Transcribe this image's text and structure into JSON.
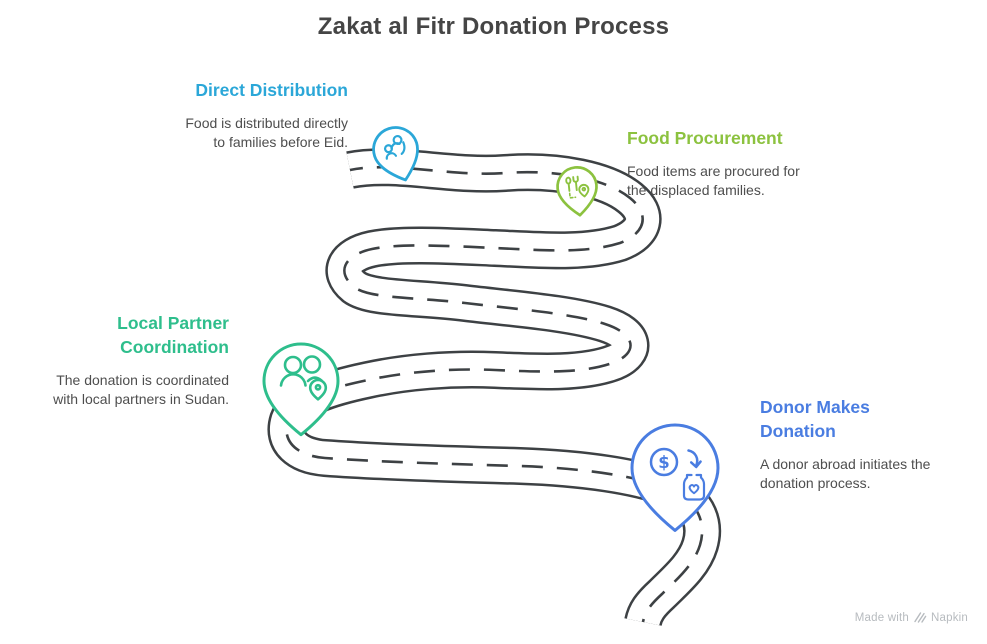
{
  "title": "Zakat al Fitr Donation Process",
  "road": {
    "color": "#3d4144",
    "surface": "#ffffff"
  },
  "steps": [
    {
      "name": "donor-makes-donation",
      "title_lines": [
        "Donor Makes",
        "Donation"
      ],
      "description_lines": [
        "A donor abroad initiates the",
        "donation process."
      ],
      "color": "#4a7de1",
      "icon": "money-donation-icon",
      "dollar_sign": "$"
    },
    {
      "name": "local-partner-coordination",
      "title_lines": [
        "Local Partner",
        "Coordination"
      ],
      "description_lines": [
        "The donation is coordinated",
        "with local partners in Sudan."
      ],
      "color": "#2ebe8c",
      "icon": "partners-location-icon"
    },
    {
      "name": "food-procurement",
      "title_lines": [
        "Food Procurement"
      ],
      "description_lines": [
        "Food items are procured for",
        "the displaced families."
      ],
      "color": "#8cc23f",
      "icon": "food-route-icon"
    },
    {
      "name": "direct-distribution",
      "title_lines": [
        "Direct Distribution"
      ],
      "description_lines": [
        "Food is distributed directly",
        "to families before Eid."
      ],
      "color": "#2ba7d8",
      "icon": "family-support-icon"
    }
  ],
  "watermark": {
    "prefix": "Made with",
    "brand": "Napkin",
    "color": "#b7bbbf"
  }
}
